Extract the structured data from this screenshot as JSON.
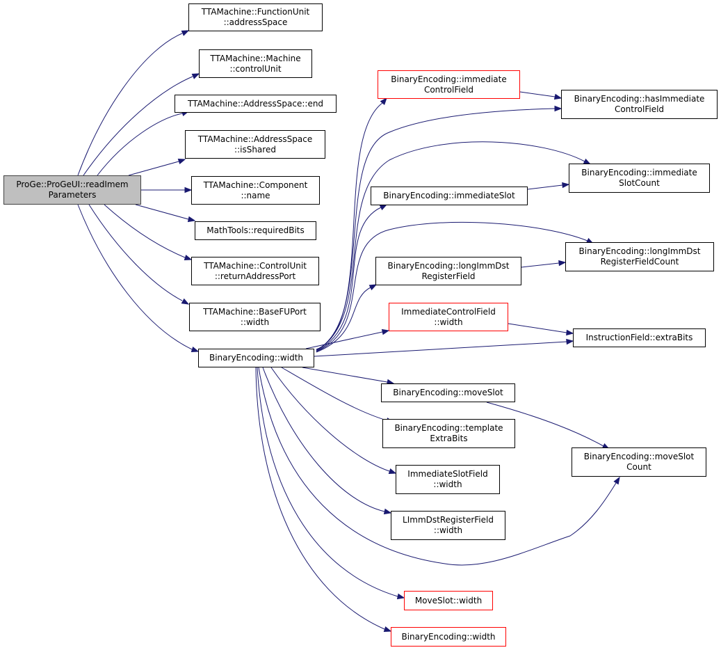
{
  "colors": {
    "edge": "#191970",
    "root_fill": "#bfbfbf",
    "highlight_border": "#ff0000"
  },
  "nodes": {
    "root": {
      "line1": "ProGe::ProGeUI::readImem",
      "line2": "Parameters"
    },
    "fu_addressspace": {
      "line1": "TTAMachine::FunctionUnit",
      "line2": "::addressSpace"
    },
    "machine_controlunit": {
      "line1": "TTAMachine::Machine",
      "line2": "::controlUnit"
    },
    "addressspace_end": {
      "line1": "TTAMachine::AddressSpace::end"
    },
    "addressspace_isshared": {
      "line1": "TTAMachine::AddressSpace",
      "line2": "::isShared"
    },
    "component_name": {
      "line1": "TTAMachine::Component",
      "line2": "::name"
    },
    "requiredbits": {
      "line1": "MathTools::requiredBits"
    },
    "returnaddressport": {
      "line1": "TTAMachine::ControlUnit",
      "line2": "::returnAddressPort"
    },
    "basefuport_width": {
      "line1": "TTAMachine::BaseFUPort",
      "line2": "::width"
    },
    "be_width": {
      "line1": "BinaryEncoding::width"
    },
    "be_immcontrolfield": {
      "line1": "BinaryEncoding::immediate",
      "line2": "ControlField"
    },
    "be_hasimmcontrolfield": {
      "line1": "BinaryEncoding::hasImmediate",
      "line2": "ControlField"
    },
    "be_immslotcount": {
      "line1": "BinaryEncoding::immediate",
      "line2": "SlotCount"
    },
    "be_immslot": {
      "line1": "BinaryEncoding::immediateSlot"
    },
    "be_longimmdstregfield": {
      "line1": "BinaryEncoding::longImmDst",
      "line2": "RegisterField"
    },
    "be_longimmdstregfieldcount": {
      "line1": "BinaryEncoding::longImmDst",
      "line2": "RegisterFieldCount"
    },
    "icf_width": {
      "line1": "ImmediateControlField",
      "line2": "::width"
    },
    "if_extrabits": {
      "line1": "InstructionField::extraBits"
    },
    "be_moveslot": {
      "line1": "BinaryEncoding::moveSlot"
    },
    "be_templateextrabits": {
      "line1": "BinaryEncoding::template",
      "line2": "ExtraBits"
    },
    "be_moveslotcount": {
      "line1": "BinaryEncoding::moveSlot",
      "line2": "Count"
    },
    "isf_width": {
      "line1": "ImmediateSlotField",
      "line2": "::width"
    },
    "limmdrf_width": {
      "line1": "LImmDstRegisterField",
      "line2": "::width"
    },
    "moveslot_width": {
      "line1": "MoveSlot::width"
    },
    "be_width2": {
      "line1": "BinaryEncoding::width"
    }
  }
}
